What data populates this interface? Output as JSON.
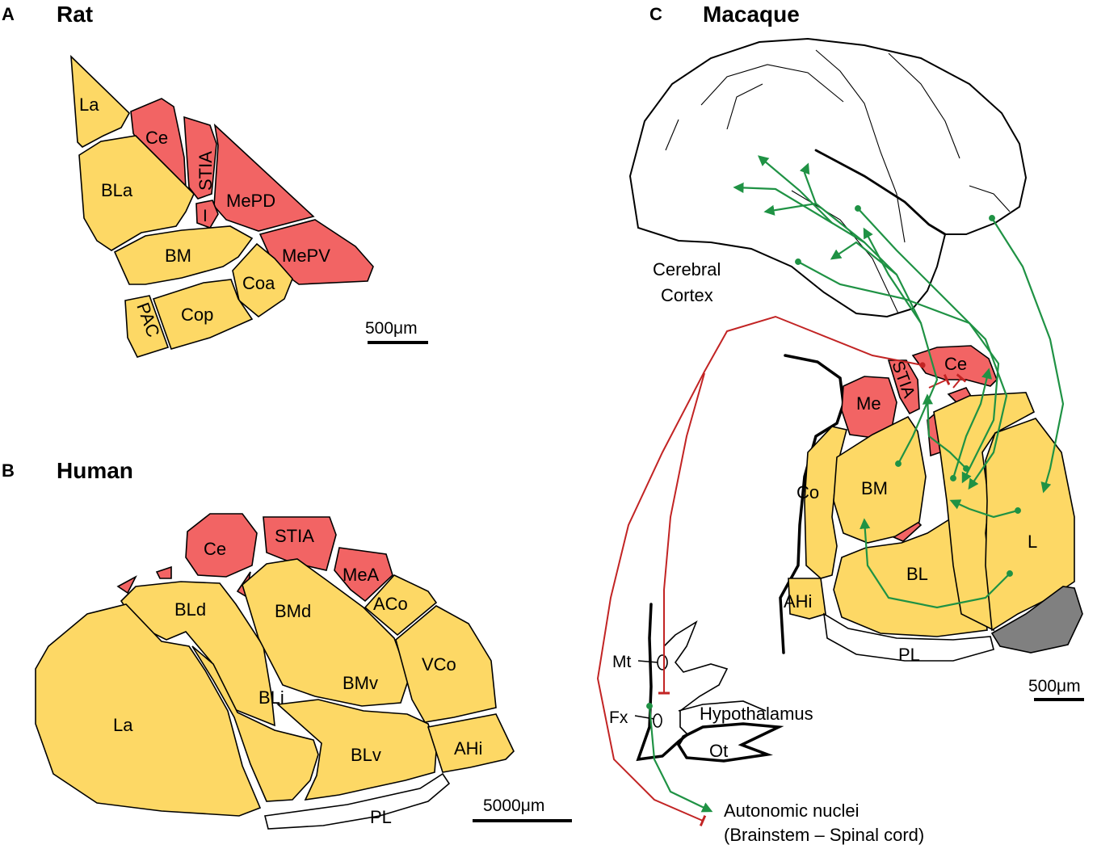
{
  "panels": {
    "a": {
      "letter": "A",
      "title": "Rat"
    },
    "b": {
      "letter": "B",
      "title": "Human"
    },
    "c": {
      "letter": "C",
      "title": "Macaque"
    }
  },
  "colors": {
    "yellow": "#fdd865",
    "red": "#f26464",
    "green": "#1f9244",
    "dark_red": "#c22424",
    "gray": "#808080"
  },
  "rat": {
    "labels": {
      "la": "La",
      "ce": "Ce",
      "stia": "STIA",
      "bla": "BLa",
      "mepd": "MePD",
      "i": "I",
      "bm": "BM",
      "mepv": "MePV",
      "coa": "Coa",
      "cop": "Cop",
      "pac": "PAC"
    },
    "scale_bar": "500μm"
  },
  "human": {
    "labels": {
      "ce": "Ce",
      "stia": "STIA",
      "mea": "MeA",
      "bld": "BLd",
      "bmd": "BMd",
      "aco": "ACo",
      "vco": "VCo",
      "bmv": "BMv",
      "la": "La",
      "bli": "BLi",
      "blv": "BLv",
      "ahi": "AHi",
      "pl": "PL"
    },
    "scale_bar": "5000μm"
  },
  "macaque": {
    "labels": {
      "cerebral_cortex_1": "Cerebral",
      "cerebral_cortex_2": "Cortex",
      "ce": "Ce",
      "stia": "STIA",
      "me": "Me",
      "co": "Co",
      "bm": "BM",
      "l": "L",
      "bl": "BL",
      "ahi": "AHi",
      "pl": "PL",
      "mt": "Mt",
      "fx": "Fx",
      "hypothalamus": "Hypothalamus",
      "ot": "Ot",
      "autonomic_1": "Autonomic nuclei",
      "autonomic_2": "(Brainstem – Spinal cord)"
    },
    "scale_bar": "500μm"
  }
}
